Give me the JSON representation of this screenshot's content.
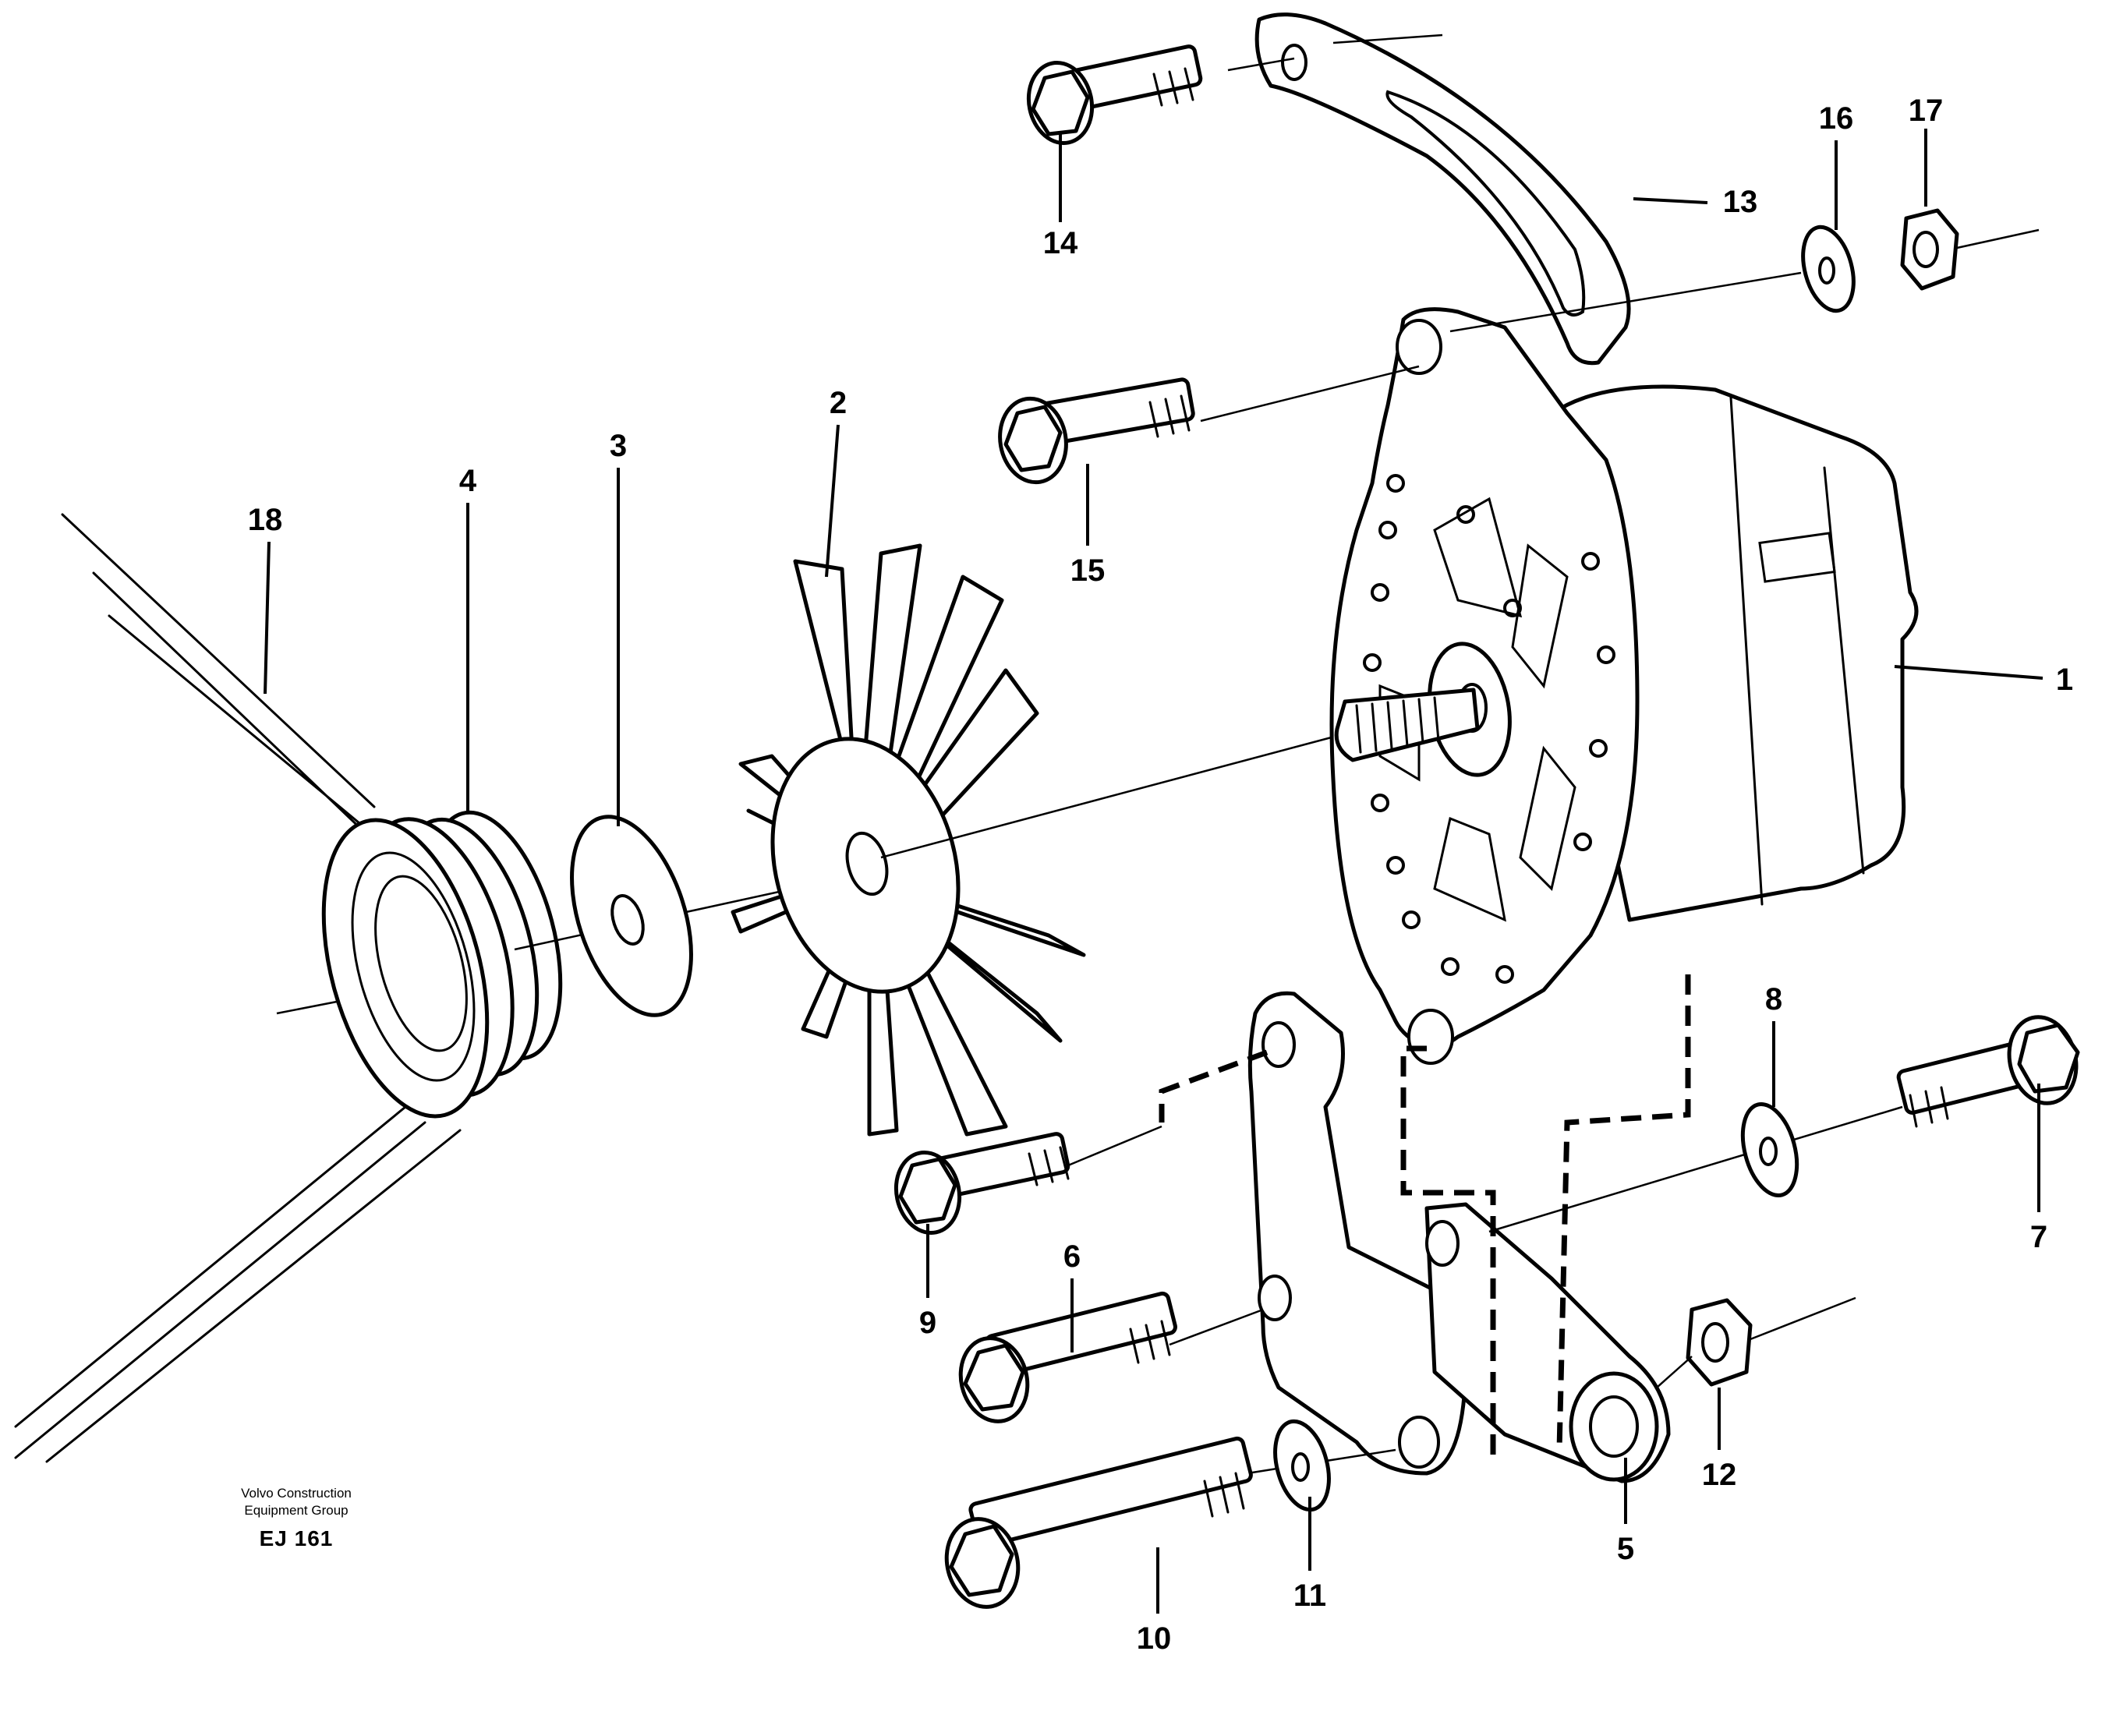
{
  "callouts": [
    "1",
    "2",
    "3",
    "4",
    "5",
    "6",
    "7",
    "8",
    "9",
    "10",
    "11",
    "12",
    "13",
    "14",
    "15",
    "16",
    "17",
    "18"
  ],
  "credit": {
    "line1": "Volvo Construction",
    "line2": "Equipment Group",
    "code": "EJ 161"
  }
}
